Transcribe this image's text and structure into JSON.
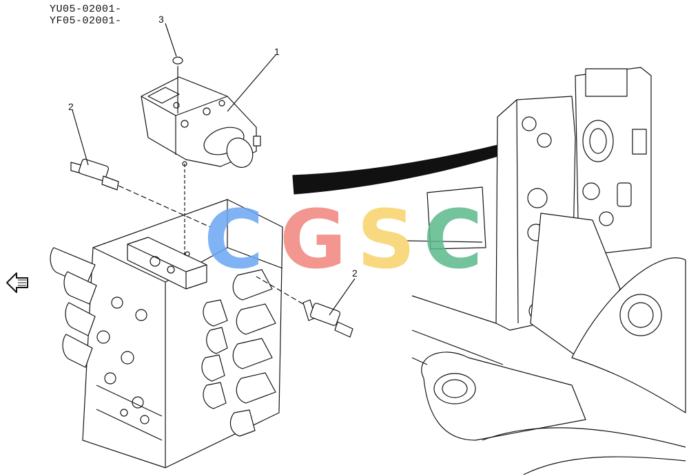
{
  "serials": [
    "YU05-02001-",
    "YF05-02001-"
  ],
  "callouts": {
    "c1": "1",
    "c2_left": "2",
    "c2_right": "2",
    "c3": "3"
  },
  "watermark": {
    "letters": [
      {
        "char": "C",
        "color": "#6aa6f2"
      },
      {
        "char": "G",
        "color": "#f0847c"
      },
      {
        "char": "S",
        "color": "#f8d36a"
      },
      {
        "char": "C",
        "color": "#5bb98b"
      }
    ]
  },
  "icons": {
    "front_arrow": "arrow-left-icon"
  },
  "colors": {
    "line": "#111111",
    "background": "#ffffff"
  }
}
